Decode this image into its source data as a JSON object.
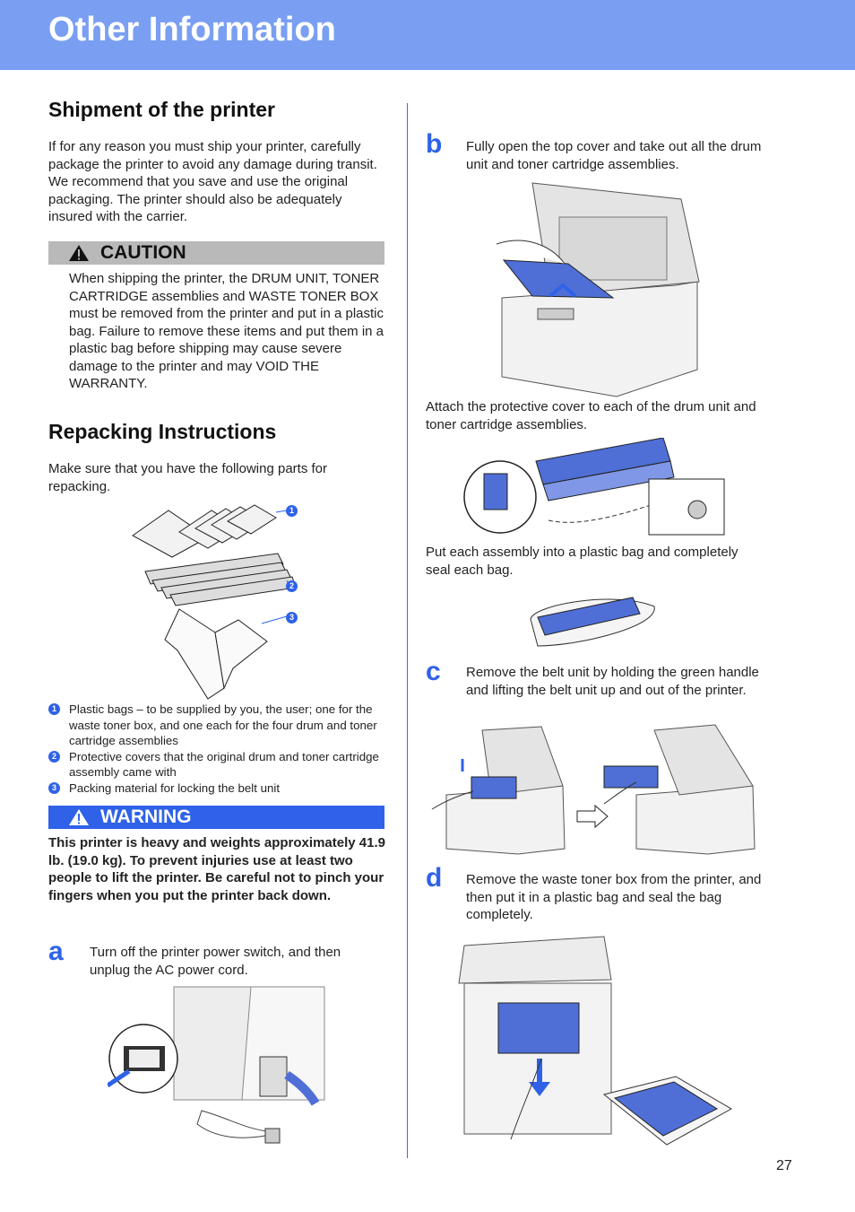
{
  "header": {
    "title": "Other Information"
  },
  "shipment": {
    "heading": "Shipment of the printer",
    "body": "If for any reason you must ship your printer, carefully package the printer to avoid any damage during transit. We recommend that you save and use the original packaging. The printer should also be adequately insured with the carrier."
  },
  "caution": {
    "label": "CAUTION",
    "body": "When shipping the printer, the DRUM UNIT, TONER CARTRIDGE assemblies and WASTE TONER BOX must be removed from the printer and put in a plastic bag. Failure to remove these items and put them in a plastic bag before shipping may cause severe damage to the printer and may VOID THE WARRANTY."
  },
  "repacking": {
    "heading": "Repacking Instructions",
    "intro": "Make sure that you have the following parts for repacking.",
    "parts": [
      {
        "num": "1",
        "text": "Plastic bags – to be supplied by you, the user; one for the waste toner box, and one each for the four drum and toner cartridge assemblies"
      },
      {
        "num": "2",
        "text": "Protective covers that the original drum and toner cartridge assembly came with"
      },
      {
        "num": "3",
        "text": "Packing material for locking the belt unit"
      }
    ]
  },
  "warning": {
    "label": "WARNING",
    "body": "This printer is heavy and weights approximately 41.9 lb. (19.0 kg). To prevent injuries use at least two people to lift the printer. Be careful not to pinch your fingers when you put the printer back down."
  },
  "steps": {
    "a": {
      "letter": "a",
      "text": "Turn off the printer power switch, and then unplug the AC power cord."
    },
    "b": {
      "letter": "b",
      "text": "Fully open the top cover and take out all the drum unit and toner cartridge assemblies.",
      "attach": "Attach the protective cover to each of the drum unit and toner cartridge assemblies.",
      "bag": "Put each assembly into a plastic bag and completely seal each bag."
    },
    "c": {
      "letter": "c",
      "text": "Remove the belt unit by holding the green handle and lifting the belt unit up and out of the printer."
    },
    "d": {
      "letter": "d",
      "text": "Remove the waste toner box from the printer, and then put it in a plastic bag and seal the bag completely."
    }
  },
  "page_number": "27",
  "colors": {
    "header": "#7a9ff2",
    "accent": "#2f62e8",
    "caution": "#b9b9b9",
    "part": "#4f6fd6"
  }
}
